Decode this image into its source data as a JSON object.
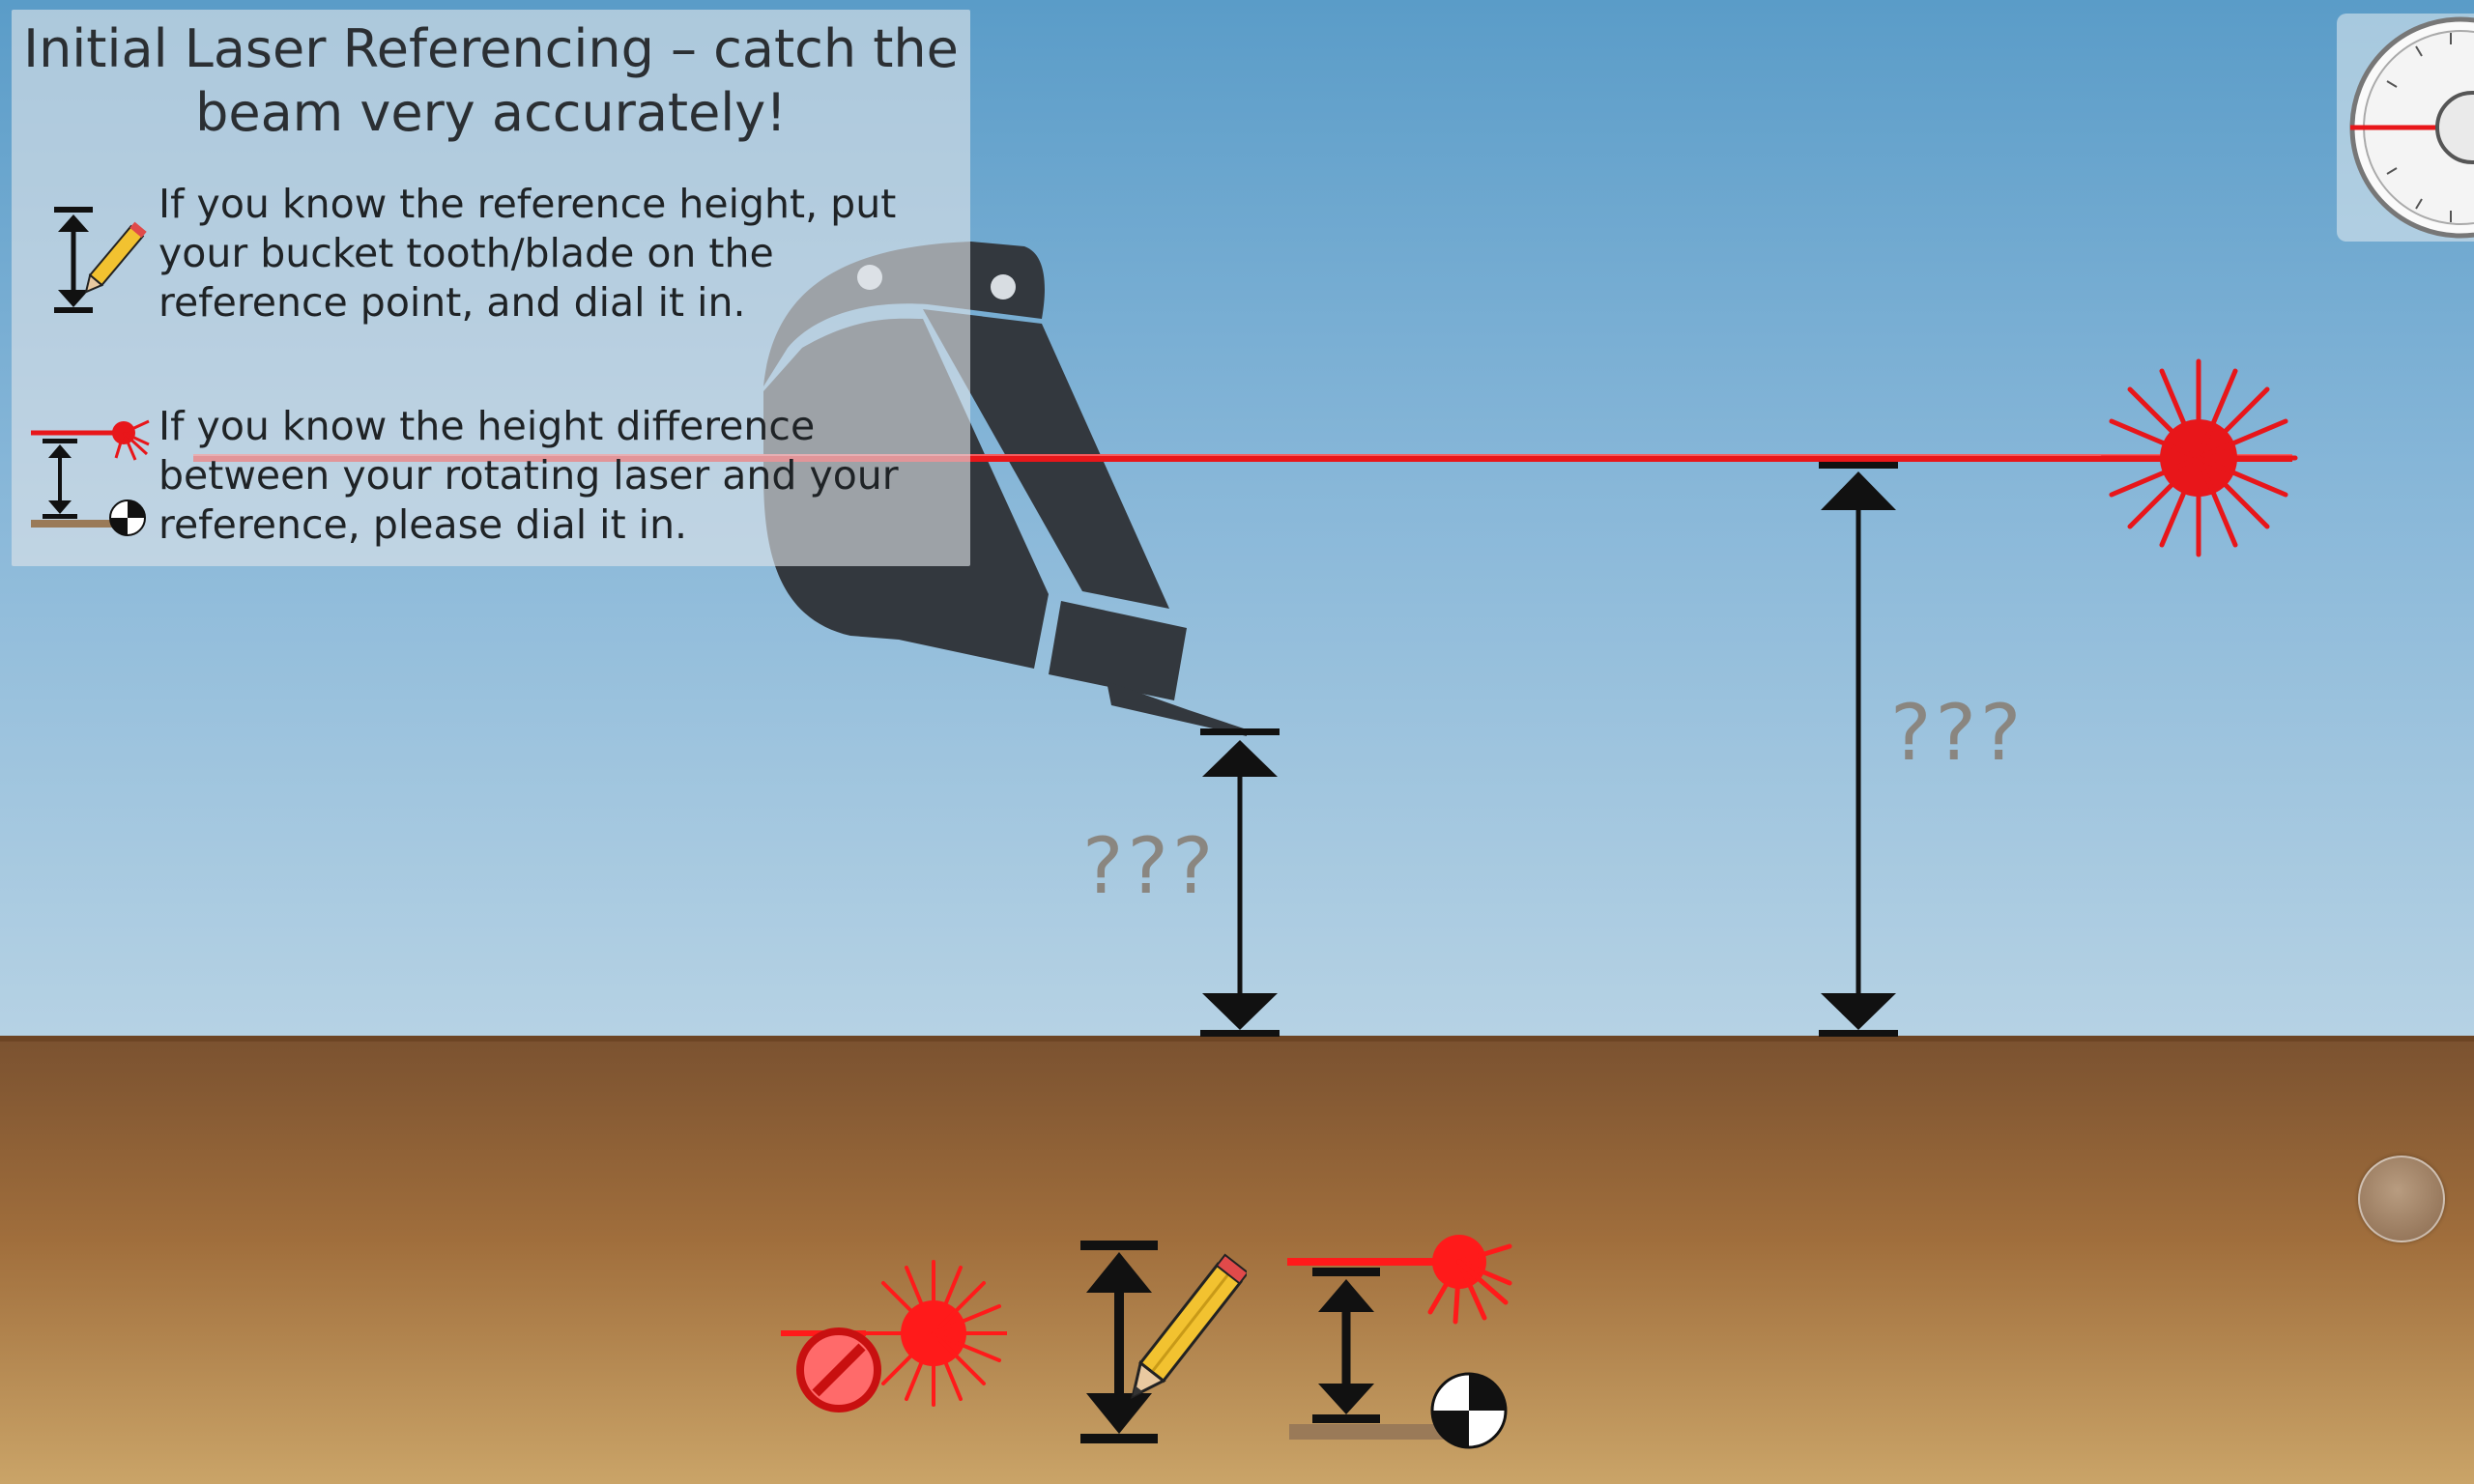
{
  "help": {
    "title_line1": "Initial Laser Referencing – catch the",
    "title_line2": "beam very accurately!",
    "option1_text": "If you know the reference height, put your bucket tooth/blade on the reference point, and dial it in.",
    "option2_text": "If you know the height difference between your rotating laser and your reference, please dial it in.",
    "option1_icon": "dial-height-pencil-icon",
    "option2_icon": "laser-reference-offset-icon"
  },
  "scene": {
    "bucket_height_label": "???",
    "laser_height_label": "???",
    "laser_color": "#e8161a",
    "ground_color": "#7b5230",
    "sky_color": "#5a9cc8"
  },
  "toolbar": {
    "no_laser_icon": "no-laser-icon",
    "dial_height_icon": "dial-height-pencil-icon",
    "laser_offset_icon": "laser-reference-offset-icon",
    "round_button_icon": "round-menu-icon"
  },
  "gauge": {
    "icon": "tilt-gauge-icon"
  }
}
